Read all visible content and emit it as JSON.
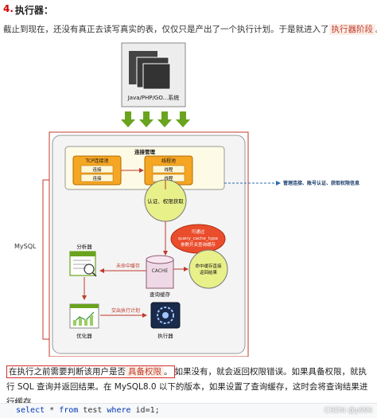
{
  "heading": {
    "number": "4.",
    "title": "执行器："
  },
  "intro": {
    "text": "截止到现在，还没有真正去读写真实的表，仅仅只是产出了一个执行计划。于是就进入了",
    "tag": "执行器阶段",
    "end": "。"
  },
  "diagram": {
    "client_label": "Java/PHP/GO...系统",
    "mysql_label": "MySQL",
    "conn_mgmt_title": "连接管理",
    "tcp_pool_title": "TCP连接池",
    "tcp_pool_items": [
      "连接",
      "连接"
    ],
    "thread_pool_title": "线程池",
    "thread_pool_items": [
      "线程",
      "线程"
    ],
    "auth_label": "认证、权限获取",
    "side_note": "管理连接、账号认证、获取权限信息",
    "query_cache_note": [
      "可通过",
      "query_cache_type",
      "参数开关查询缓存"
    ],
    "cache_box_label": "CACHE",
    "cache_caption": "查询缓存",
    "cache_hit_label": [
      "命中缓存直接",
      "返回结果"
    ],
    "cache_miss_label": "未命中缓存",
    "parser_label": "分析器",
    "optimizer_label": "优化器",
    "submit_plan_label": "交出执行计划",
    "executor_label": "执行器"
  },
  "paragraph": {
    "highlight_pre": "在执行之前需要判断该用户是否",
    "highlight_tag": "具备权限",
    "highlight_end": "。",
    "rest": "如果没有，就会返回权限错误。如果具备权限，就执行 SQL 查询并返回结果。在 MySQL8.0 以下的版本，如果设置了查询缓存，这时会将查询结果进行缓存。"
  },
  "code": {
    "kw1": "select",
    "t1": " * ",
    "kw2": "from",
    "t2": " test ",
    "kw3": "where",
    "t3": " id=1;"
  },
  "watermark": "CSDN @p996",
  "colors": {
    "heading_number": "#cc0000",
    "tag_text": "#c0392b",
    "tag_bg": "#fbeee6",
    "arrow_green": "#6aa31e",
    "mysql_border": "#c0392b",
    "highlight_border": "#d32f2f"
  }
}
